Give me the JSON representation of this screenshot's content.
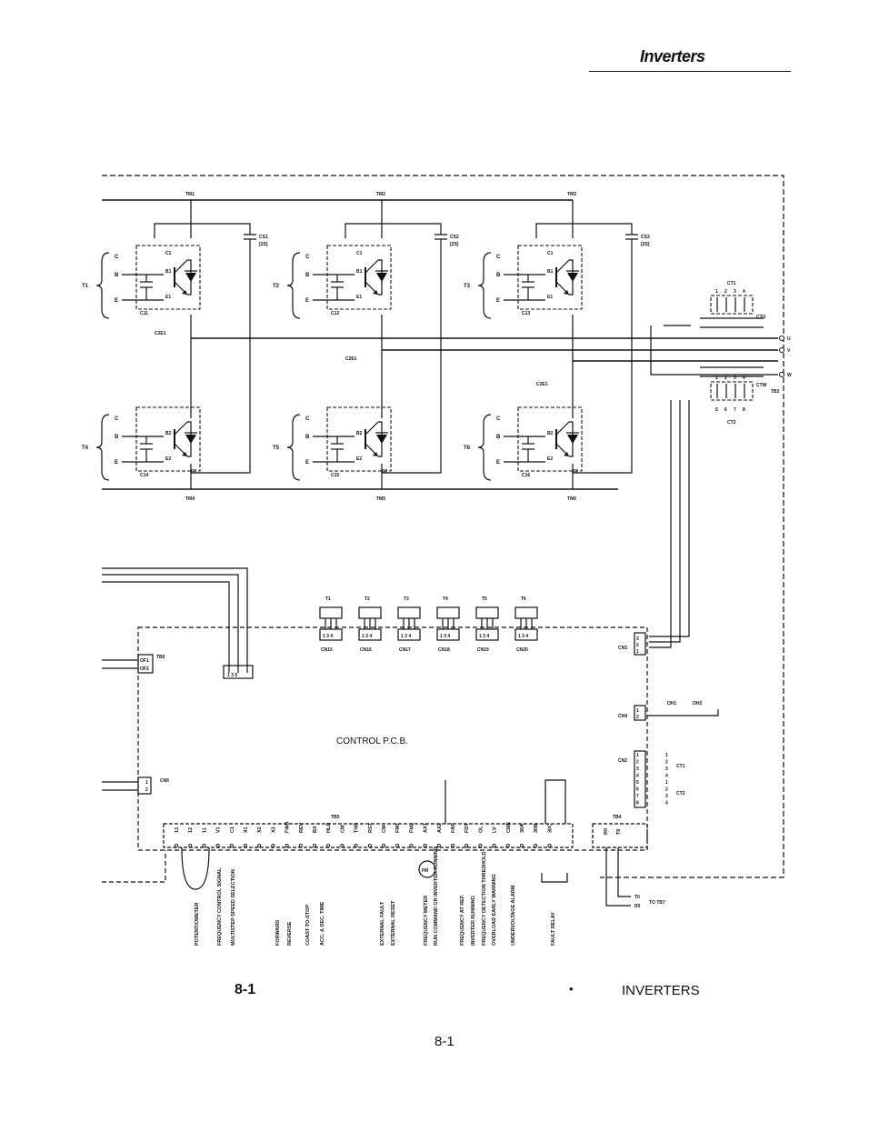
{
  "header": {
    "title": "Inverters"
  },
  "figure": {
    "number": "8-1",
    "bullet": "•",
    "title": "INVERTERS"
  },
  "footer": {
    "page_number": "8-1"
  },
  "power_stage": {
    "top_terminals": [
      "TM1",
      "TM2",
      "TM3"
    ],
    "bottom_terminals": [
      "TM4",
      "TM5",
      "TM6"
    ],
    "upper_modules": [
      {
        "id": "T1",
        "snubber": "CS1",
        "snubber_value": "[2S]",
        "cap": "C11",
        "b": "B1",
        "e": "E1",
        "c": "C1"
      },
      {
        "id": "T2",
        "snubber": "CS2",
        "snubber_value": "[2S]",
        "cap": "C12",
        "b": "B1",
        "e": "E1",
        "c": "C1"
      },
      {
        "id": "T3",
        "snubber": "CS3",
        "snubber_value": "[2S]",
        "cap": "C13",
        "b": "B1",
        "e": "E1",
        "c": "C1"
      }
    ],
    "lower_modules": [
      {
        "id": "T4",
        "cap": "C14",
        "b": "B2",
        "e": "E2",
        "c2": "E2"
      },
      {
        "id": "T5",
        "cap": "C15",
        "b": "B2",
        "e": "E2",
        "c2": "E2"
      },
      {
        "id": "T6",
        "cap": "C16",
        "b": "B2",
        "e": "E2",
        "c2": "E2"
      }
    ],
    "mid_labels": [
      "C2E1",
      "C2E1",
      "C2E1"
    ],
    "gate_letters": {
      "c": "C",
      "b": "B",
      "e": "E"
    },
    "outputs": [
      "U",
      "V",
      "W"
    ],
    "ct_labels": {
      "ct1": "CT1",
      "ct2": "CT2",
      "ctu": "CTU",
      "ctw": "CTW",
      "tb2": "TB2"
    },
    "ct_pins_top": [
      "1",
      "2",
      "3",
      "4"
    ],
    "ct_pins_bottom": [
      "1",
      "2",
      "3",
      "4"
    ],
    "ct_pins_bottom2": [
      "5",
      "6",
      "7",
      "8"
    ]
  },
  "control_board": {
    "label": "CONTROL P.C.B.",
    "gate_headers": [
      "T1",
      "T2",
      "T3",
      "T4",
      "T5",
      "T6"
    ],
    "gate_connectors": [
      "CN15",
      "CN16",
      "CN17",
      "CN18",
      "CN19",
      "CN20"
    ],
    "connector_pins": "1 3 4",
    "tb6": {
      "label": "TB6",
      "pins": [
        "OF1",
        "OF2"
      ]
    },
    "small_conn_pins": "1  3  5",
    "cn3": {
      "label": "CN3",
      "pins": [
        "3",
        "2",
        "1"
      ]
    },
    "cn4": {
      "label": "CN4",
      "pins": [
        "1",
        "2"
      ],
      "thermal": [
        "OH1",
        "OH2"
      ]
    },
    "cn5": {
      "label": "CN5",
      "pins": [
        "1",
        "2"
      ]
    },
    "cn2": {
      "label": "CN2",
      "pins": [
        "1",
        "2",
        "3",
        "4",
        "5",
        "6",
        "7",
        "8"
      ],
      "ct1": "CT1",
      "ct2": "CT2",
      "pin_nums": [
        "1",
        "2",
        "3",
        "4",
        "1",
        "2",
        "3",
        "4"
      ]
    },
    "tb5": {
      "label": "TB5",
      "terminals": [
        "13",
        "12",
        "11",
        "V1",
        "C1",
        "X1",
        "X2",
        "X3",
        "FWD",
        "REV",
        "BX",
        "HLD",
        "CM",
        "THR",
        "RST",
        "CM",
        "FM1",
        "FM2",
        "AX1",
        "AX2",
        "FAR",
        "FDT",
        "OL",
        "LV",
        "CME",
        "30A",
        "30B",
        "30C"
      ]
    },
    "tb4": {
      "label": "TB4",
      "terminals": [
        "R0",
        "T0"
      ],
      "to": [
        "T0",
        "R0"
      ],
      "to_tb7": "TO TB7"
    },
    "meter": "FM",
    "functions": [
      "POTENTIOMETER",
      "FREQUENCY CONTROL SIGNAL",
      "MULTISTEP SPEED SELECTION",
      "FORWARD",
      "REVERSE",
      "COAST-TO-STOP",
      "ACC. & DEC. TIME",
      "EXTERNAL FAULT",
      "EXTERNAL RESET",
      "FREQUENCY METER",
      "RUN COMMAND OR INVERTER RUNNING",
      "FREQUENCY AT REF.",
      "INVERTER RUNNING",
      "FREQUENCY DETECTION THRESHOLD",
      "OVERLOAD EARLY WARNING",
      "UNDERVOLTAGE ALARM",
      "FAULT RELAY"
    ]
  }
}
